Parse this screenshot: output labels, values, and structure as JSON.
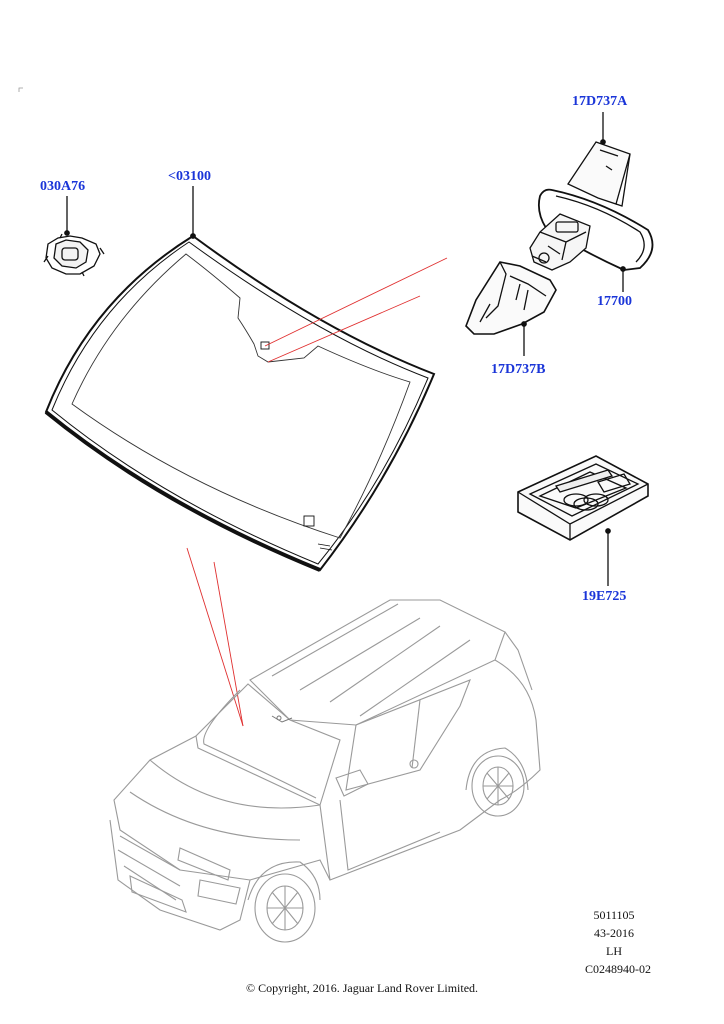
{
  "callouts": {
    "sensor": "030A76",
    "windscreen": "<03100",
    "cover_upper": "17D737A",
    "mirror": "17700",
    "cover_lower": "17D737B",
    "kit": "19E725"
  },
  "reference": {
    "code": "5011105",
    "date": "43-2016",
    "side": "LH",
    "illustration": "C0248940-02"
  },
  "copyright": "© Copyright, 2016. Jaguar Land Rover Limited.",
  "colors": {
    "callout_text": "#1a35d8",
    "locator_line": "#e03030",
    "line_art": "#111111",
    "vehicle_art": "#9a9a9a"
  }
}
